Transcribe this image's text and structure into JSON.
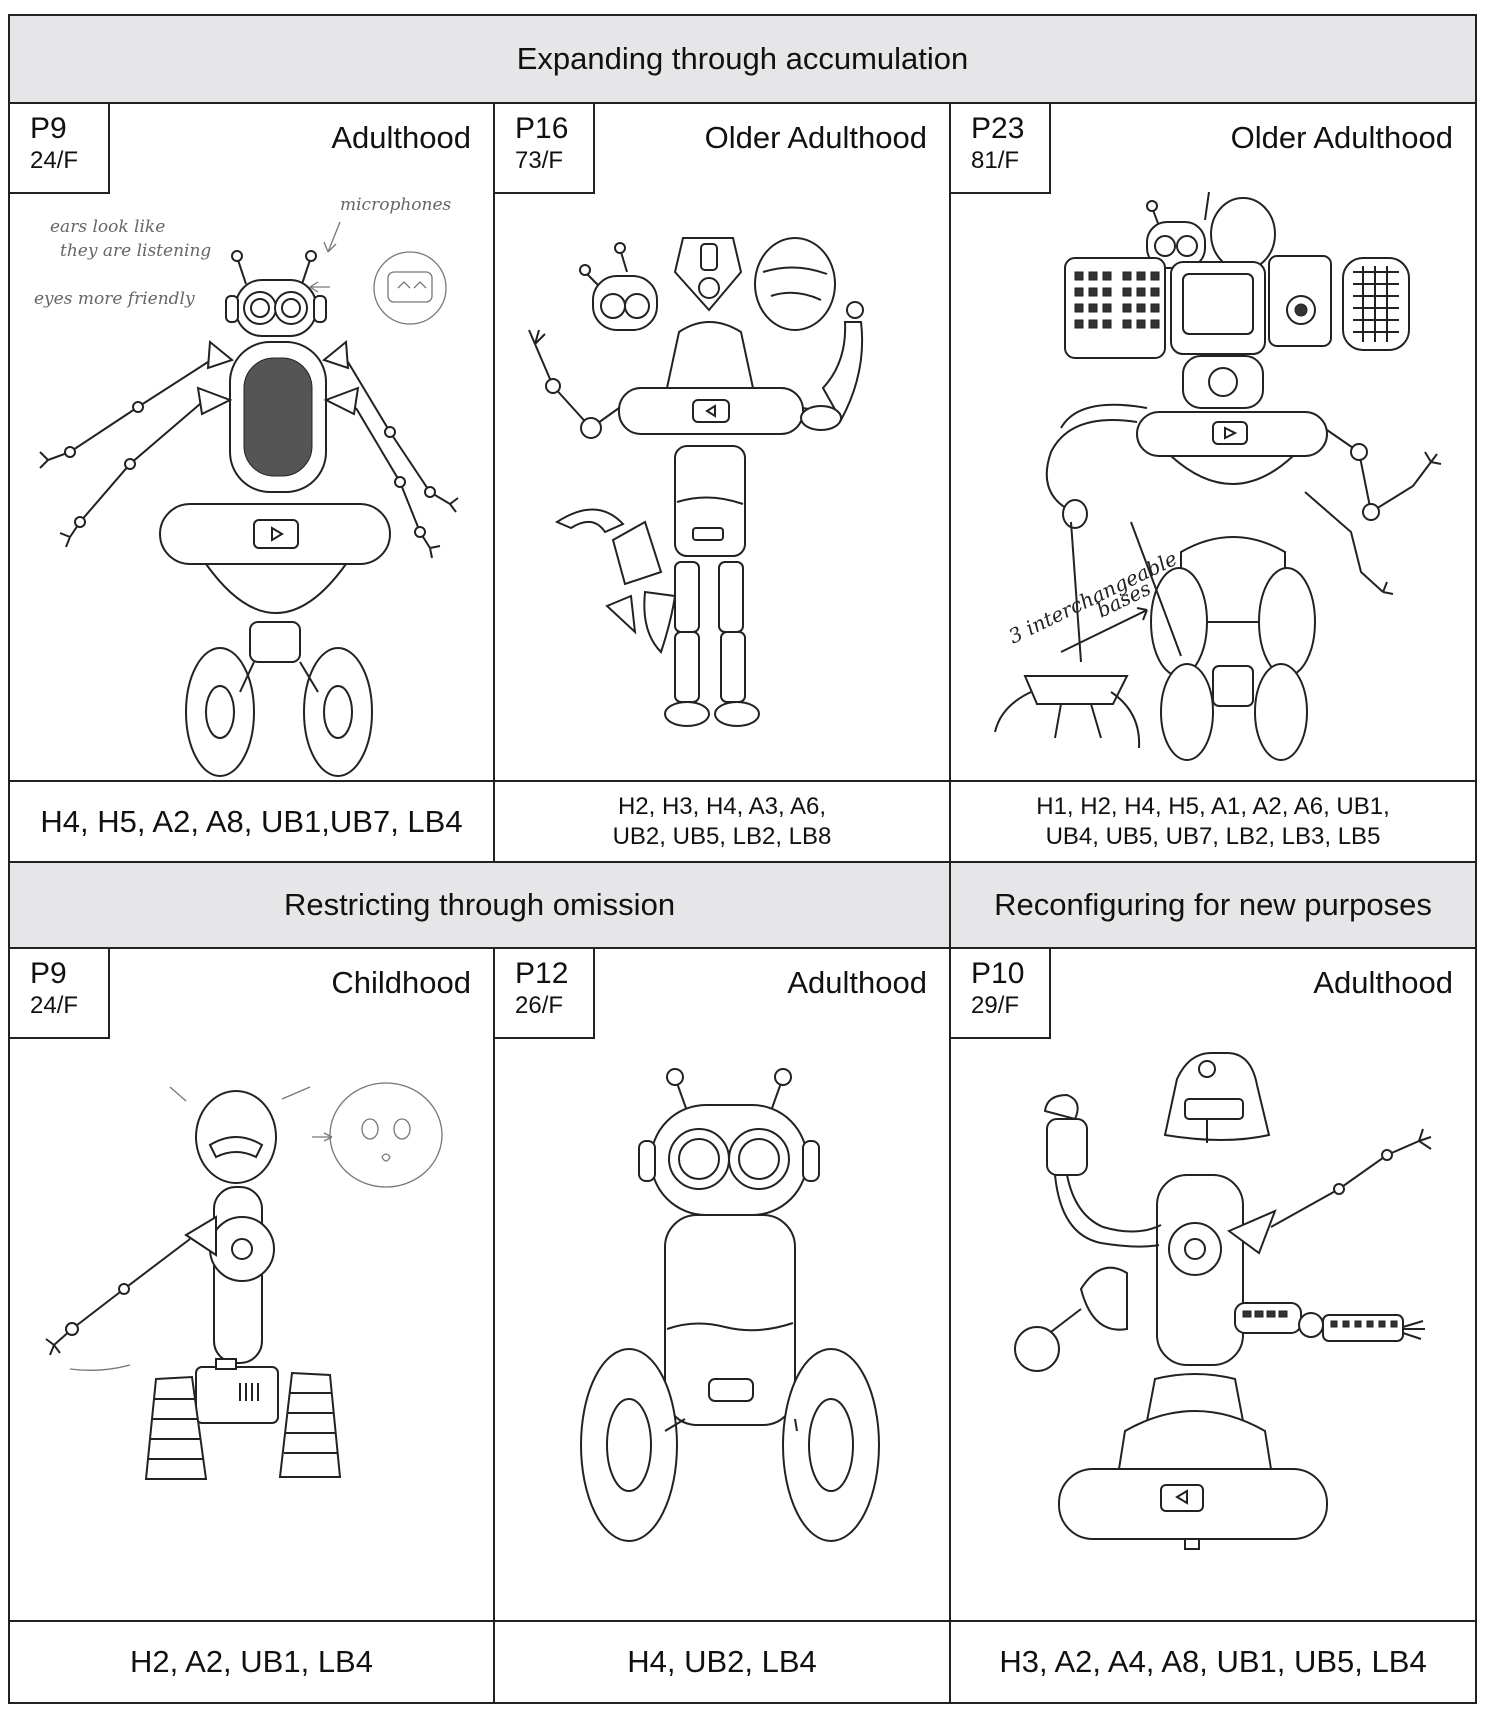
{
  "headers": {
    "expanding": "Expanding through accumulation",
    "restricting": "Restricting through omission",
    "reconfiguring": "Reconfiguring for new purposes"
  },
  "panels": [
    {
      "pid": "P9",
      "age": "24/F",
      "stage": "Adulthood",
      "codes": "H4, H5, A2, A8, UB1,UB7, LB4",
      "notes": [
        "ears look like",
        "they are listening",
        "eyes more friendly",
        "microphones"
      ]
    },
    {
      "pid": "P16",
      "age": "73/F",
      "stage": "Older Adulthood",
      "codes_l1": "H2, H3, H4, A3, A6,",
      "codes_l2": "UB2, UB5, LB2, LB8"
    },
    {
      "pid": "P23",
      "age": "81/F",
      "stage": "Older Adulthood",
      "codes_l1": "H1, H2, H4, H5, A1, A2, A6, UB1,",
      "codes_l2": "UB4, UB5, UB7, LB2, LB3, LB5",
      "notes": [
        "3 interchangeable",
        "bases"
      ]
    },
    {
      "pid": "P9",
      "age": "24/F",
      "stage": "Childhood",
      "codes": "H2, A2, UB1, LB4"
    },
    {
      "pid": "P12",
      "age": "26/F",
      "stage": "Adulthood",
      "codes": "H4, UB2, LB4"
    },
    {
      "pid": "P10",
      "age": "29/F",
      "stage": "Adulthood",
      "codes": "H3, A2, A4, A8, UB1, UB5, LB4"
    }
  ]
}
